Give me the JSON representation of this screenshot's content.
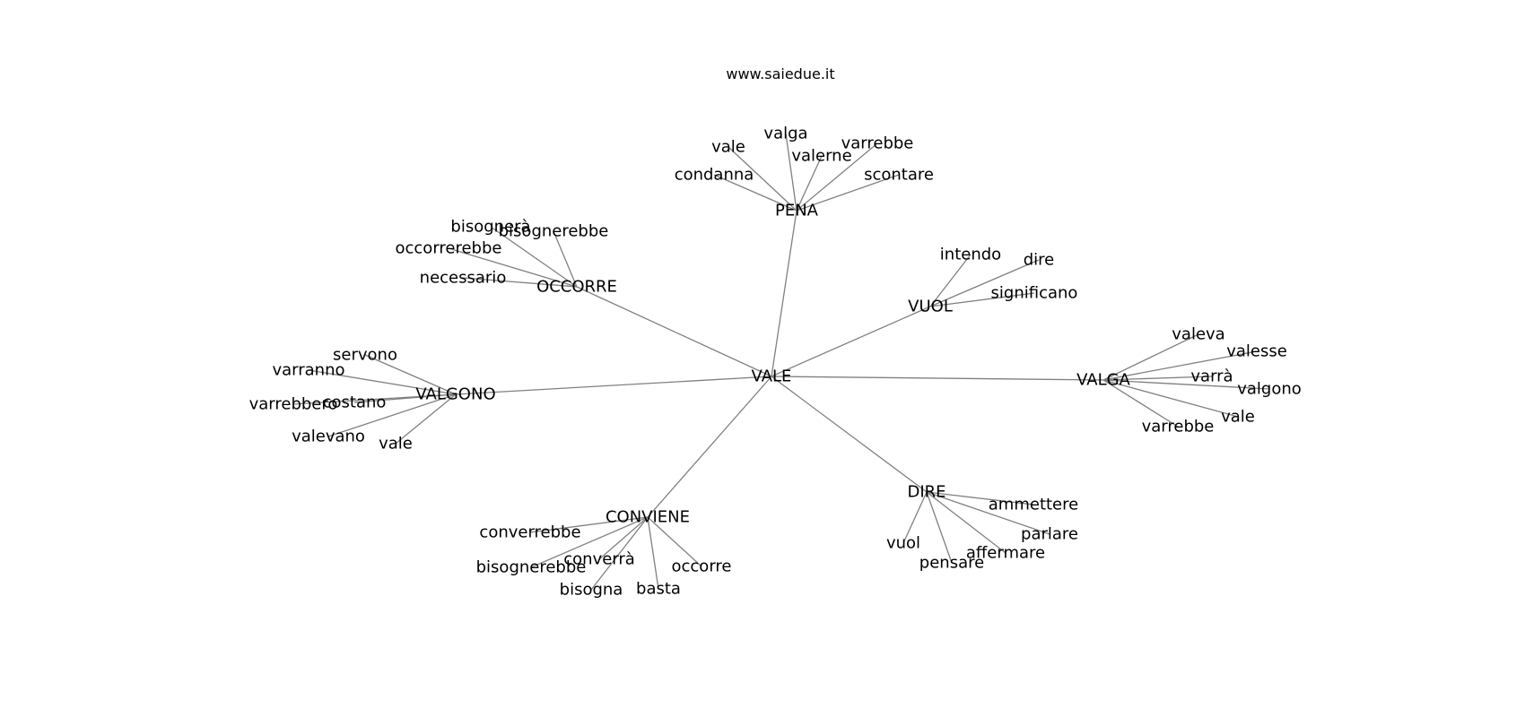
{
  "site_label": "www.saiedue.it",
  "graph": {
    "center": "VALE",
    "hubs": [
      {
        "id": "pena",
        "label": "PENA",
        "leaves": [
          "vale",
          "valga",
          "valerne",
          "varrebbe",
          "condanna",
          "scontare"
        ]
      },
      {
        "id": "occorre",
        "label": "OCCORRE",
        "leaves": [
          "bisognerà",
          "bisognerebbe",
          "occorrerebbe",
          "necessario"
        ]
      },
      {
        "id": "vuol",
        "label": "VUOL",
        "leaves": [
          "intendo",
          "dire",
          "significano"
        ]
      },
      {
        "id": "valga",
        "label": "VALGA",
        "leaves": [
          "valeva",
          "valesse",
          "varrà",
          "valgono",
          "vale",
          "varrebbe"
        ]
      },
      {
        "id": "valgono",
        "label": "VALGONO",
        "leaves": [
          "servono",
          "varranno",
          "varrebbero",
          "costano",
          "valevano",
          "vale"
        ]
      },
      {
        "id": "conviene",
        "label": "CONVIENE",
        "leaves": [
          "converrebbe",
          "converrà",
          "bisognerebbe",
          "occorre",
          "bisogna",
          "basta"
        ]
      },
      {
        "id": "dire",
        "label": "DIRE",
        "leaves": [
          "ammettere",
          "parlare",
          "affermare",
          "vuol",
          "pensare"
        ]
      }
    ]
  }
}
